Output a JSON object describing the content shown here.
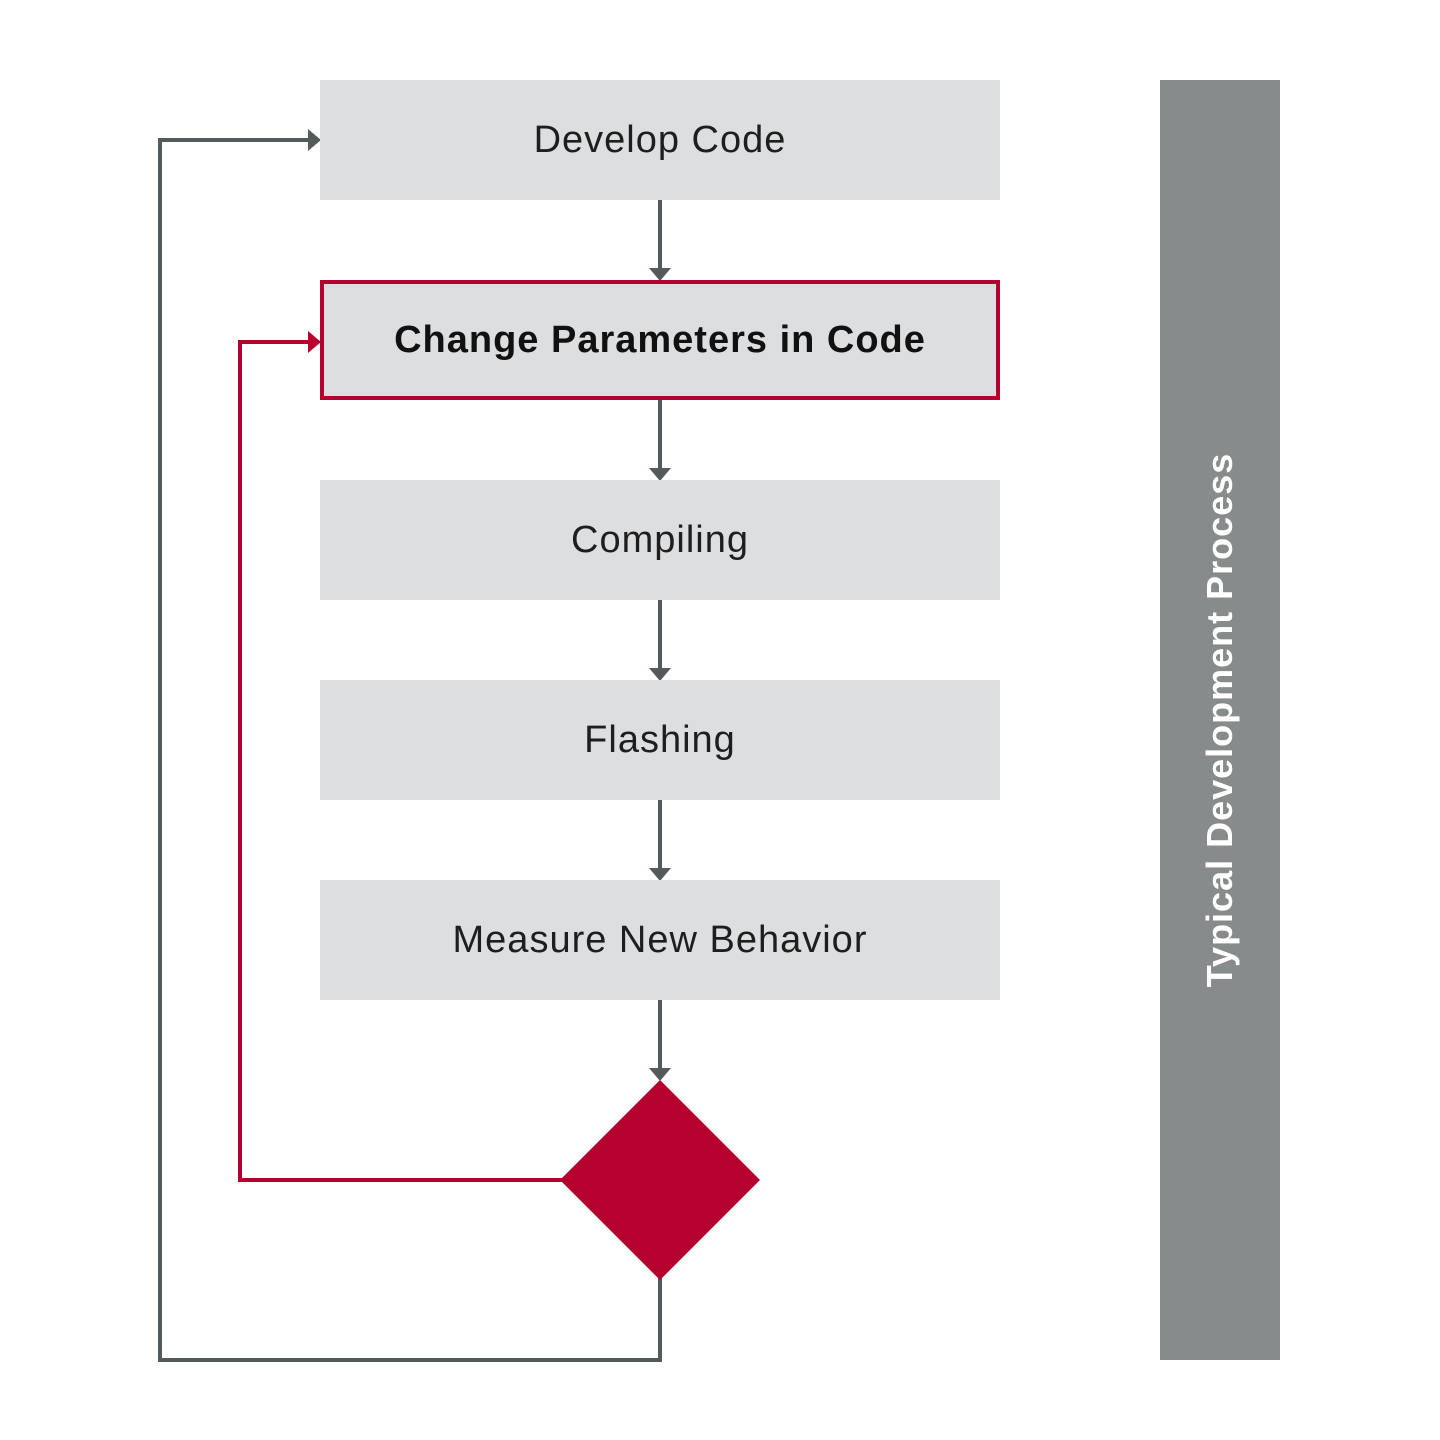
{
  "diagram": {
    "steps": [
      {
        "id": "develop",
        "label": "Develop Code",
        "highlight": false
      },
      {
        "id": "change",
        "label": "Change Parameters in Code",
        "highlight": true
      },
      {
        "id": "compile",
        "label": "Compiling",
        "highlight": false
      },
      {
        "id": "flash",
        "label": "Flashing",
        "highlight": false
      },
      {
        "id": "measure",
        "label": "Measure New Behavior",
        "highlight": false
      }
    ],
    "side_label": "Typical Development Process"
  },
  "colors": {
    "step_fill": "#dcdee0",
    "accent": "#b5002f",
    "connector": "#555a5d",
    "side_bar": "#878b8c",
    "side_text": "#ffffff"
  }
}
